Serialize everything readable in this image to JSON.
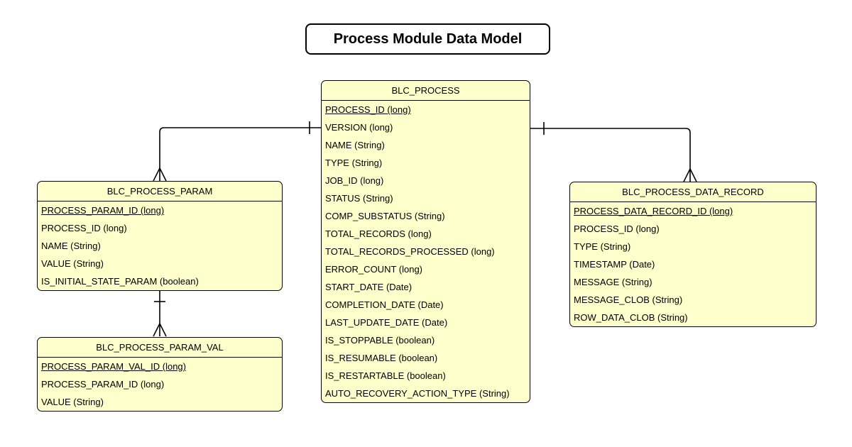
{
  "diagram": {
    "title": "Process Module Data Model",
    "colors": {
      "entity_fill": "#ffffcc",
      "entity_border": "#000000",
      "line": "#000000",
      "background": "#ffffff"
    },
    "entities": [
      {
        "name": "BLC_PROCESS",
        "fields": [
          {
            "label": "PROCESS_ID (long)",
            "pk": true
          },
          {
            "label": "VERSION (long)",
            "pk": false
          },
          {
            "label": "NAME (String)",
            "pk": false
          },
          {
            "label": "TYPE (String)",
            "pk": false
          },
          {
            "label": "JOB_ID (long)",
            "pk": false
          },
          {
            "label": "STATUS (String)",
            "pk": false
          },
          {
            "label": "COMP_SUBSTATUS (String)",
            "pk": false
          },
          {
            "label": "TOTAL_RECORDS (long)",
            "pk": false
          },
          {
            "label": "TOTAL_RECORDS_PROCESSED (long)",
            "pk": false
          },
          {
            "label": "ERROR_COUNT (long)",
            "pk": false
          },
          {
            "label": "START_DATE (Date)",
            "pk": false
          },
          {
            "label": "COMPLETION_DATE (Date)",
            "pk": false
          },
          {
            "label": "LAST_UPDATE_DATE (Date)",
            "pk": false
          },
          {
            "label": "IS_STOPPABLE (boolean)",
            "pk": false
          },
          {
            "label": "IS_RESUMABLE (boolean)",
            "pk": false
          },
          {
            "label": "IS_RESTARTABLE (boolean)",
            "pk": false
          },
          {
            "label": "AUTO_RECOVERY_ACTION_TYPE (String)",
            "pk": false
          }
        ]
      },
      {
        "name": "BLC_PROCESS_PARAM",
        "fields": [
          {
            "label": "PROCESS_PARAM_ID (long)",
            "pk": true
          },
          {
            "label": "PROCESS_ID (long)",
            "pk": false
          },
          {
            "label": "NAME (String)",
            "pk": false
          },
          {
            "label": "VALUE (String)",
            "pk": false
          },
          {
            "label": "IS_INITIAL_STATE_PARAM (boolean)",
            "pk": false
          }
        ]
      },
      {
        "name": "BLC_PROCESS_PARAM_VAL",
        "fields": [
          {
            "label": "PROCESS_PARAM_VAL_ID (long)",
            "pk": true
          },
          {
            "label": "PROCESS_PARAM_ID (long)",
            "pk": false
          },
          {
            "label": "VALUE (String)",
            "pk": false
          }
        ]
      },
      {
        "name": "BLC_PROCESS_DATA_RECORD",
        "fields": [
          {
            "label": "PROCESS_DATA_RECORD_ID (long)",
            "pk": true
          },
          {
            "label": "PROCESS_ID (long)",
            "pk": false
          },
          {
            "label": "TYPE (String)",
            "pk": false
          },
          {
            "label": "TIMESTAMP (Date)",
            "pk": false
          },
          {
            "label": "MESSAGE (String)",
            "pk": false
          },
          {
            "label": "MESSAGE_CLOB (String)",
            "pk": false
          },
          {
            "label": "ROW_DATA_CLOB (String)",
            "pk": false
          }
        ]
      }
    ],
    "relationships": [
      {
        "from": "BLC_PROCESS",
        "to": "BLC_PROCESS_PARAM",
        "from_end": "one",
        "to_end": "many"
      },
      {
        "from": "BLC_PROCESS",
        "to": "BLC_PROCESS_DATA_RECORD",
        "from_end": "one",
        "to_end": "many"
      },
      {
        "from": "BLC_PROCESS_PARAM",
        "to": "BLC_PROCESS_PARAM_VAL",
        "from_end": "one",
        "to_end": "many"
      }
    ]
  }
}
